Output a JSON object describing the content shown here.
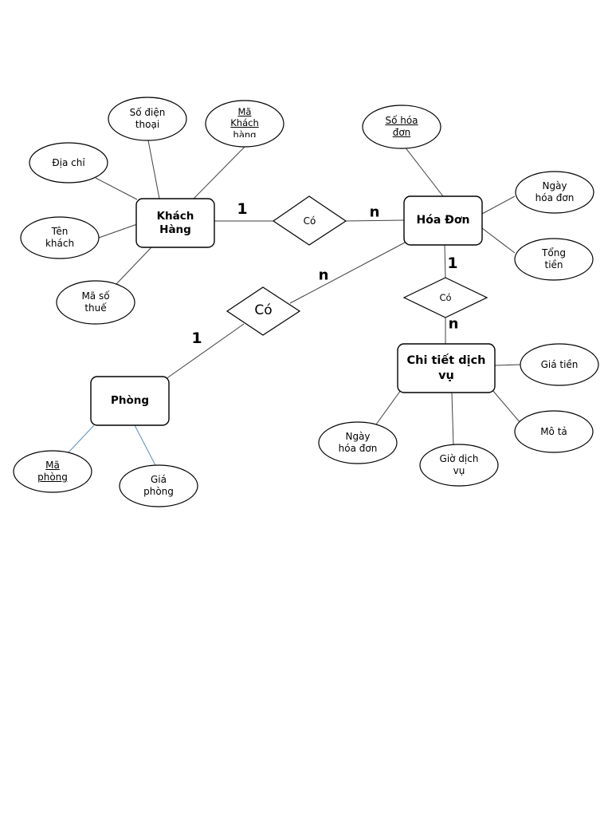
{
  "entities": {
    "khach_hang": "Khách\nHàng",
    "hoa_don": "Hóa Đơn",
    "chi_tiet": "Chi tiết dịch\nvụ",
    "phong": "Phòng"
  },
  "relationships": {
    "co_kh_hd": "Có",
    "co_hd_phong": "Có",
    "co_hd_ct": "Có"
  },
  "attributes": {
    "so_dien_thoai": "Số  điện\nthoại",
    "ma_khach_hang": "Mã\nKhách\nhàng",
    "dia_chi": "Địa chỉ",
    "ten_khach": "Tên\nkhách",
    "ma_so_thue": "Mã số\nthuế",
    "so_hoa_don": "Số hóa\nđơn",
    "ngay_hoa_don": "Ngày\nhóa đơn",
    "tong_tien": "Tổng\ntiền",
    "gia_tien": "Giá tiền",
    "mo_ta": "Mô tả",
    "gio_dich_vu": "Giờ dịch\nvụ",
    "ngay_hoa_don_ct": "Ngày\nhóa đơn",
    "ma_phong": "Mã\nphòng",
    "gia_phong": "Giá\nphòng"
  },
  "cardinalities": {
    "kh_side": "1",
    "hd_side": "n",
    "hd_phong_side": "n",
    "phong_side": "1",
    "hd_ct_side": "1",
    "ct_side": "n"
  }
}
